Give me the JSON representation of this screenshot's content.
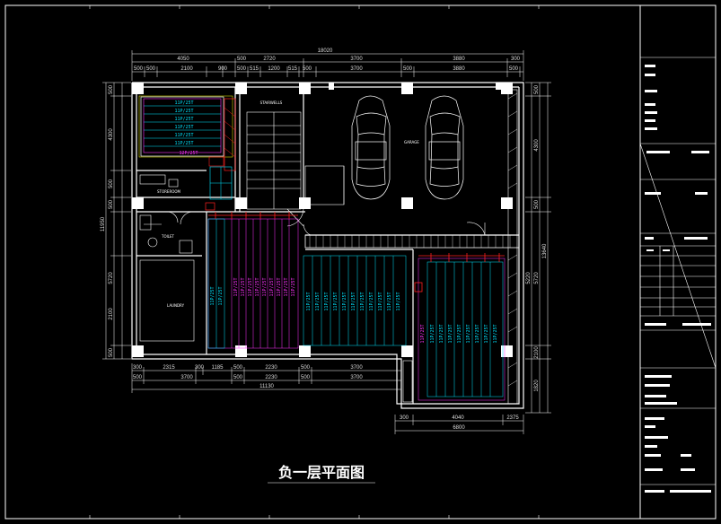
{
  "drawing": {
    "title": "负一层平面图",
    "colors": {
      "wall": "#ffffff",
      "dimension": "#ffffff",
      "machine_cyan": "#00e5ff",
      "machine_magenta": "#ff33ff",
      "pipe_red": "#ff2020",
      "frame_yellow": "#ffff00",
      "background": "#000000"
    }
  },
  "dimensions": {
    "top_overall": "18020",
    "top_row1": [
      "4050",
      "500",
      "2720",
      "3700",
      "3880",
      "300"
    ],
    "top_row2": [
      "500",
      "500",
      "2100",
      "900",
      "500",
      "515",
      "1200",
      "515",
      "500",
      "3700",
      "500",
      "3880",
      "500"
    ],
    "bottom_row1": [
      "300",
      "2315",
      "300",
      "1185",
      "500",
      "2230",
      "500",
      "3700"
    ],
    "bottom_row2": [
      "500",
      "3700",
      "500",
      "2230",
      "500",
      "3700"
    ],
    "bottom_overall": "11130",
    "right_sub": [
      "300",
      "4040",
      "2375"
    ],
    "right_sub_overall": "6800",
    "left_vertical": [
      "500",
      "4300",
      "500",
      "500",
      "5720",
      "2100",
      "500",
      "11950"
    ],
    "right_vertical": [
      "500",
      "4300",
      "500",
      "5220",
      "5720",
      "13640",
      "2100",
      "1820"
    ]
  },
  "rooms": {
    "stairwell": "STAIRWELLS",
    "garage": "GARAGE",
    "storeroom": "STOREROOM",
    "toilet": "TOILET",
    "laundry": "LAUNDRY"
  },
  "units": {
    "upper_left": [
      "11P/25T",
      "11P/25T",
      "11P/25T",
      "11P/25T",
      "11P/25T",
      "11P/25T",
      "12P/25T"
    ],
    "vertical_label": "11P/25T"
  },
  "title_block": {
    "rows": 14
  }
}
